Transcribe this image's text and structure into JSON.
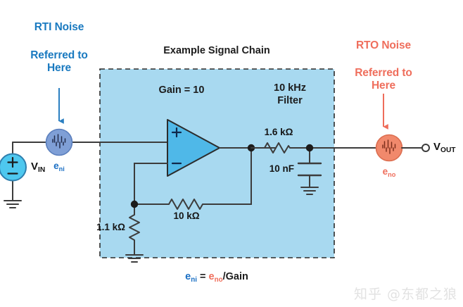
{
  "figure": {
    "title": "Example Signal Chain",
    "formula_parts": {
      "lhs": "e",
      "lhs_sub": "ni",
      "eq": " = ",
      "rhs": "e",
      "rhs_sub": "no",
      "tail": "/Gain"
    },
    "formula_full": "eni = eno/Gain",
    "watermark": "知乎 @东都之狼"
  },
  "annotations": {
    "rti": {
      "heading": "RTI Noise",
      "subheading_line1": "Referred to",
      "subheading_line2": "Here",
      "color": "#1a7ac0",
      "arrow": "down-arrow"
    },
    "rto": {
      "heading": "RTO Noise",
      "subheading_line1": "Referred to",
      "subheading_line2": "Here",
      "color": "#ef6e5c",
      "arrow": "down-arrow"
    }
  },
  "circuit": {
    "source": {
      "label": "V",
      "sub": "IN",
      "symbol": "voltage-source",
      "color": "#4ec8ef"
    },
    "noise_in": {
      "label": "e",
      "sub": "ni",
      "symbol": "noise-source",
      "color": "#7f9fd6"
    },
    "noise_out": {
      "label": "e",
      "sub": "no",
      "symbol": "noise-source",
      "color": "#f1896c"
    },
    "opamp": {
      "gain_label": "Gain = 10",
      "plus": "+",
      "minus": "−",
      "fill": "#4fb8e8"
    },
    "feedback_resistor": {
      "value": "10 kΩ"
    },
    "gain_resistor": {
      "value": "1.1 kΩ"
    },
    "filter": {
      "heading_line1": "10 kHz",
      "heading_line2": "Filter",
      "resistor": "1.6 kΩ",
      "capacitor": "10 nF"
    },
    "output": {
      "label": "V",
      "sub": "OUT",
      "terminal": "open-terminal"
    },
    "highlight_box": {
      "fill": "#a8d9f0",
      "stroke": "#2b2b2b",
      "style": "dashed"
    }
  }
}
